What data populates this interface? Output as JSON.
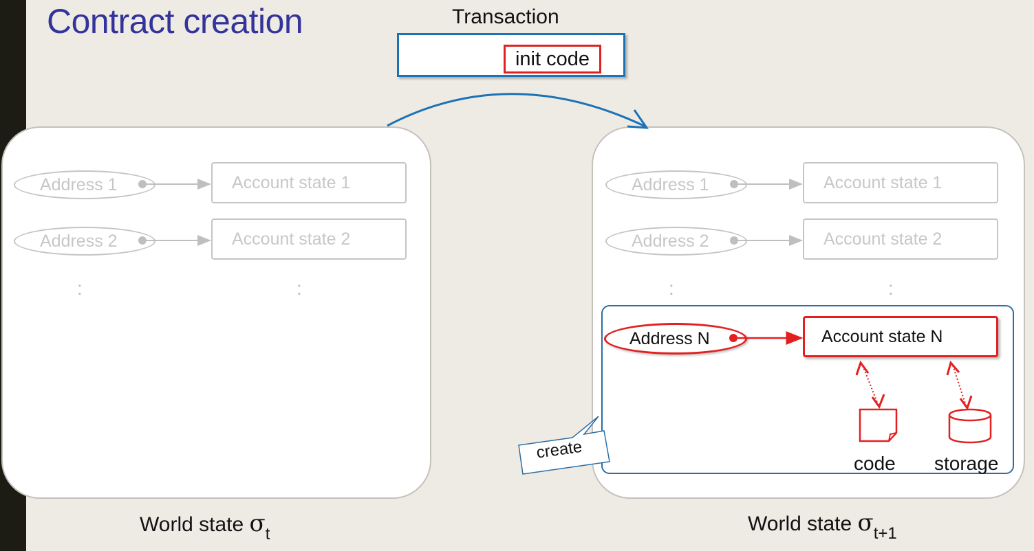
{
  "title": "Contract creation",
  "transaction": {
    "label": "Transaction",
    "init_code": "init code"
  },
  "world_left": {
    "rows": [
      {
        "address": "Address 1",
        "account": "Account state 1"
      },
      {
        "address": "Address 2",
        "account": "Account state 2"
      }
    ],
    "ellipsis": ":",
    "caption": "World state",
    "symbol": "σ",
    "subscript": "t"
  },
  "world_right": {
    "rows": [
      {
        "address": "Address 1",
        "account": "Account state 1"
      },
      {
        "address": "Address 2",
        "account": "Account state 2"
      }
    ],
    "ellipsis": ":",
    "new_account": {
      "address": "Address N",
      "account": "Account state N"
    },
    "code_label": "code",
    "storage_label": "storage",
    "callout": "create",
    "caption": "World state",
    "symbol": "σ",
    "subscript": "t+1"
  },
  "colors": {
    "title": "#33339a",
    "transaction_border": "#1b72b5",
    "highlight": "#e32020",
    "faded": "#c7c7c7",
    "background": "#eeebe5"
  }
}
